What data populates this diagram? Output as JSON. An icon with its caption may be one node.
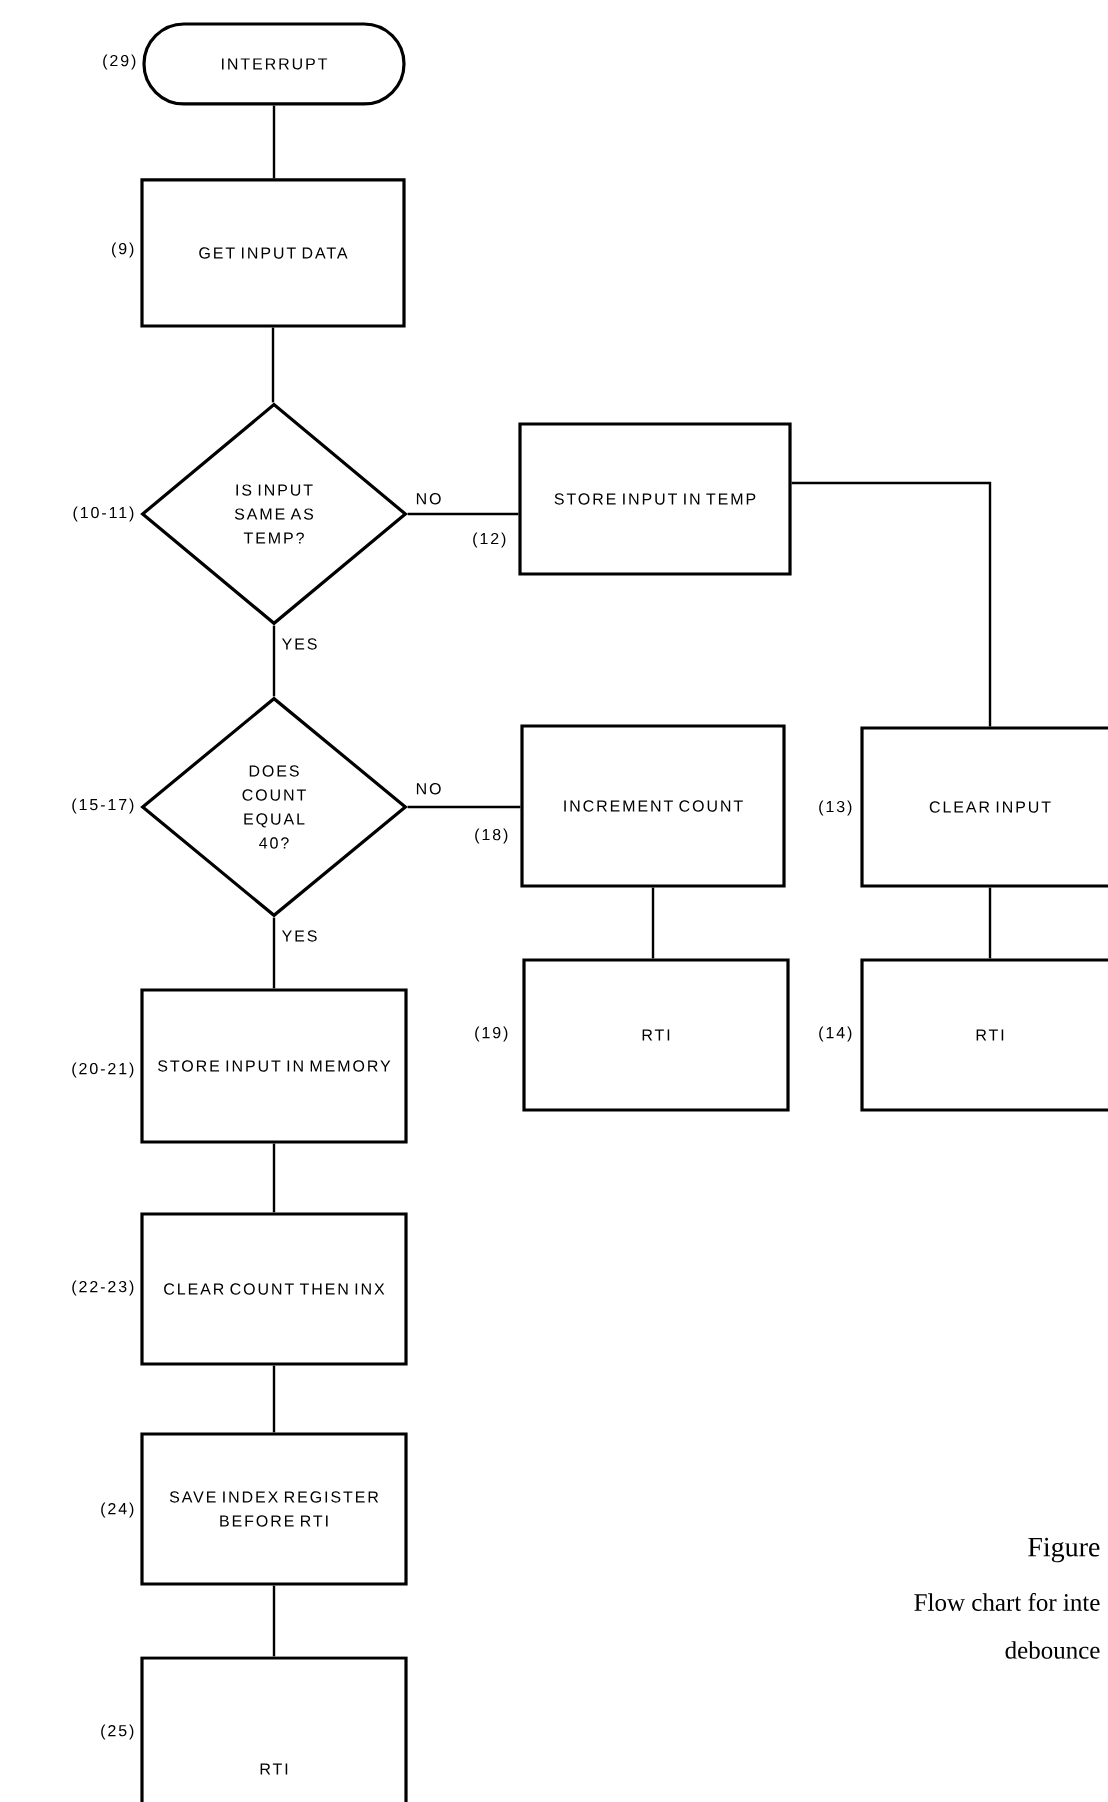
{
  "diagram": {
    "nodes": [
      {
        "text": [
          "INTERRUPT"
        ],
        "beside": [
          "(29)"
        ]
      },
      {
        "text": [
          "GET INPUT DATA"
        ],
        "beside": [
          "(9)"
        ]
      },
      {
        "text": [
          "IS INPUT SAME AS TEMP?"
        ],
        "beside": [
          "(10-11)"
        ]
      },
      {
        "text": [
          "STORE INPUT IN TEMP"
        ],
        "beside": [
          "(12)"
        ]
      },
      {
        "text": [
          "DOES COUNT EQUAL 40?"
        ],
        "beside": [
          "(15-17)"
        ]
      },
      {
        "text": [
          "INCREMENT COUNT"
        ],
        "beside": [
          "(18)"
        ]
      },
      {
        "text": [
          "CLEAR INPUT"
        ],
        "beside": [
          "(13)"
        ]
      },
      {
        "text": [
          "STORE INPUT IN MEMORY"
        ],
        "beside": [
          "(20-21)"
        ]
      },
      {
        "text": [
          "RTI"
        ],
        "beside": [
          "(19)"
        ]
      },
      {
        "text": [
          "RTI"
        ],
        "beside": [
          "(14)"
        ]
      },
      {
        "text": [
          "CLEAR COUNT THEN INX"
        ],
        "beside": [
          "(22-23)"
        ]
      },
      {
        "text": [
          "SAVE INDEX REGISTER BEFORE RTI"
        ],
        "beside": [
          "(24)"
        ]
      },
      {
        "text": [
          "RTI"
        ],
        "beside": [
          "(25)"
        ]
      }
    ],
    "edges": [
      {
        "from": 0,
        "to": 1,
        "arrow": "none"
      },
      {
        "from": 1,
        "to": 2,
        "arrow": "none"
      },
      {
        "from": 2,
        "to": 3,
        "arrow": "none",
        "label": "NO"
      },
      {
        "from": 2,
        "to": 4,
        "arrow": "none",
        "label": "YES"
      },
      {
        "from": 3,
        "to": 6,
        "arrow": "none"
      },
      {
        "from": 4,
        "to": 5,
        "arrow": "none",
        "label": "NO"
      },
      {
        "from": 4,
        "to": 7,
        "arrow": "none",
        "label": "YES"
      },
      {
        "from": 5,
        "to": 8,
        "arrow": "none"
      },
      {
        "from": 6,
        "to": 9,
        "arrow": "none"
      },
      {
        "from": 7,
        "to": 10,
        "arrow": "none"
      },
      {
        "from": 10,
        "to": 11,
        "arrow": "none"
      },
      {
        "from": 11,
        "to": 12,
        "arrow": "none"
      }
    ],
    "labels": [
      "Figure",
      "Flow chart for inte",
      "debounce"
    ]
  }
}
